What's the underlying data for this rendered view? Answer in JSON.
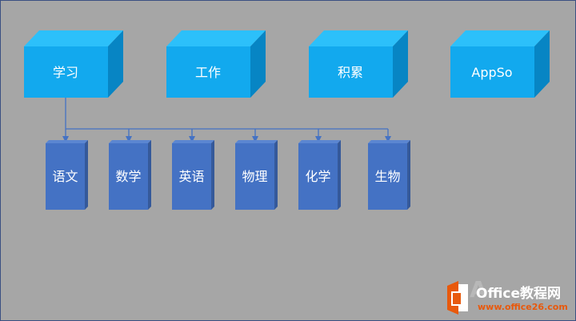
{
  "top_boxes": [
    {
      "label": "学习"
    },
    {
      "label": "工作"
    },
    {
      "label": "积累"
    },
    {
      "label": "AppSo"
    }
  ],
  "sub_boxes": [
    {
      "label": "语文"
    },
    {
      "label": "数学"
    },
    {
      "label": "英语"
    },
    {
      "label": "物理"
    },
    {
      "label": "化学"
    },
    {
      "label": "生物"
    }
  ],
  "watermark": {
    "title": "Office教程网",
    "url": "www.office26.com"
  },
  "colors": {
    "background": "#a6a6a6",
    "cube_front": "#12a9ee",
    "cube_top": "#2cc0fa",
    "cube_side": "#0785c4",
    "sub_front": "#4472c4",
    "sub_top": "#5b86d1",
    "sub_side": "#35599a",
    "connector": "#4472c4"
  }
}
